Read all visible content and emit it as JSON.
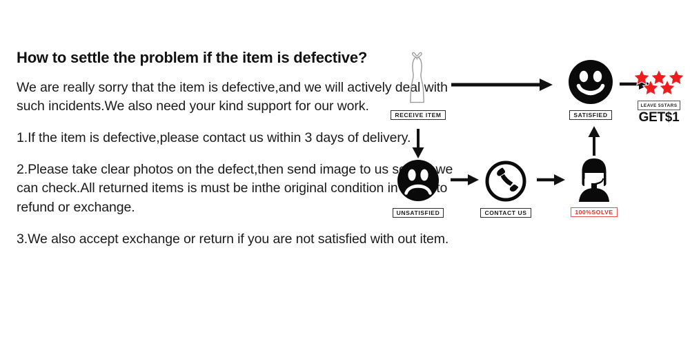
{
  "document": {
    "headline": "How to settle the problem if the item is defective?",
    "paragraphs": [
      "We are really sorry that the item is defective,and we will actively deal with such incidents.We also need your kind support for our work.",
      "1.If the item is defective,please contact us within 3 days of delivery.",
      "2.Please take clear photos on the defect,then send image to us so that we can check.All returned items is must be inthe original condition in order to refund or exchange.",
      "3.We also accept exchange or return if you are not satisfied with out item."
    ]
  },
  "diagram": {
    "nodes": {
      "receive_item": {
        "label": "RECEIVE ITEM",
        "icon": "dress-icon"
      },
      "satisfied": {
        "label": "SATISFIED",
        "icon": "smiley-happy-icon"
      },
      "unsatisfied": {
        "label": "UNSATISFIED",
        "icon": "smiley-sad-icon"
      },
      "contact_us": {
        "label": "CONTACT US",
        "icon": "telephone-icon"
      },
      "solve": {
        "label": "100%SOLVE",
        "icon": "support-agent-icon"
      },
      "reward": {
        "label": "LEAVE 5STARS",
        "reward_text": "GET$1",
        "icon": "five-stars-icon",
        "star_count": 5
      }
    },
    "arrows": [
      {
        "name": "arrow-receive-to-satisfied",
        "direction": "right"
      },
      {
        "name": "arrow-receive-to-unsatisfied",
        "direction": "down"
      },
      {
        "name": "arrow-unsatisfied-to-contact",
        "direction": "right"
      },
      {
        "name": "arrow-contact-to-solve",
        "direction": "right"
      },
      {
        "name": "arrow-solve-to-satisfied",
        "direction": "up"
      },
      {
        "name": "arrow-satisfied-to-reward",
        "direction": "right"
      }
    ]
  },
  "colors": {
    "background": "#ffffff",
    "text": "#111111",
    "star_red": "#ee1d1d",
    "alert_red": "#e02b20",
    "outline": "#2b2b2b",
    "dress_outline": "#9a9a9a"
  }
}
